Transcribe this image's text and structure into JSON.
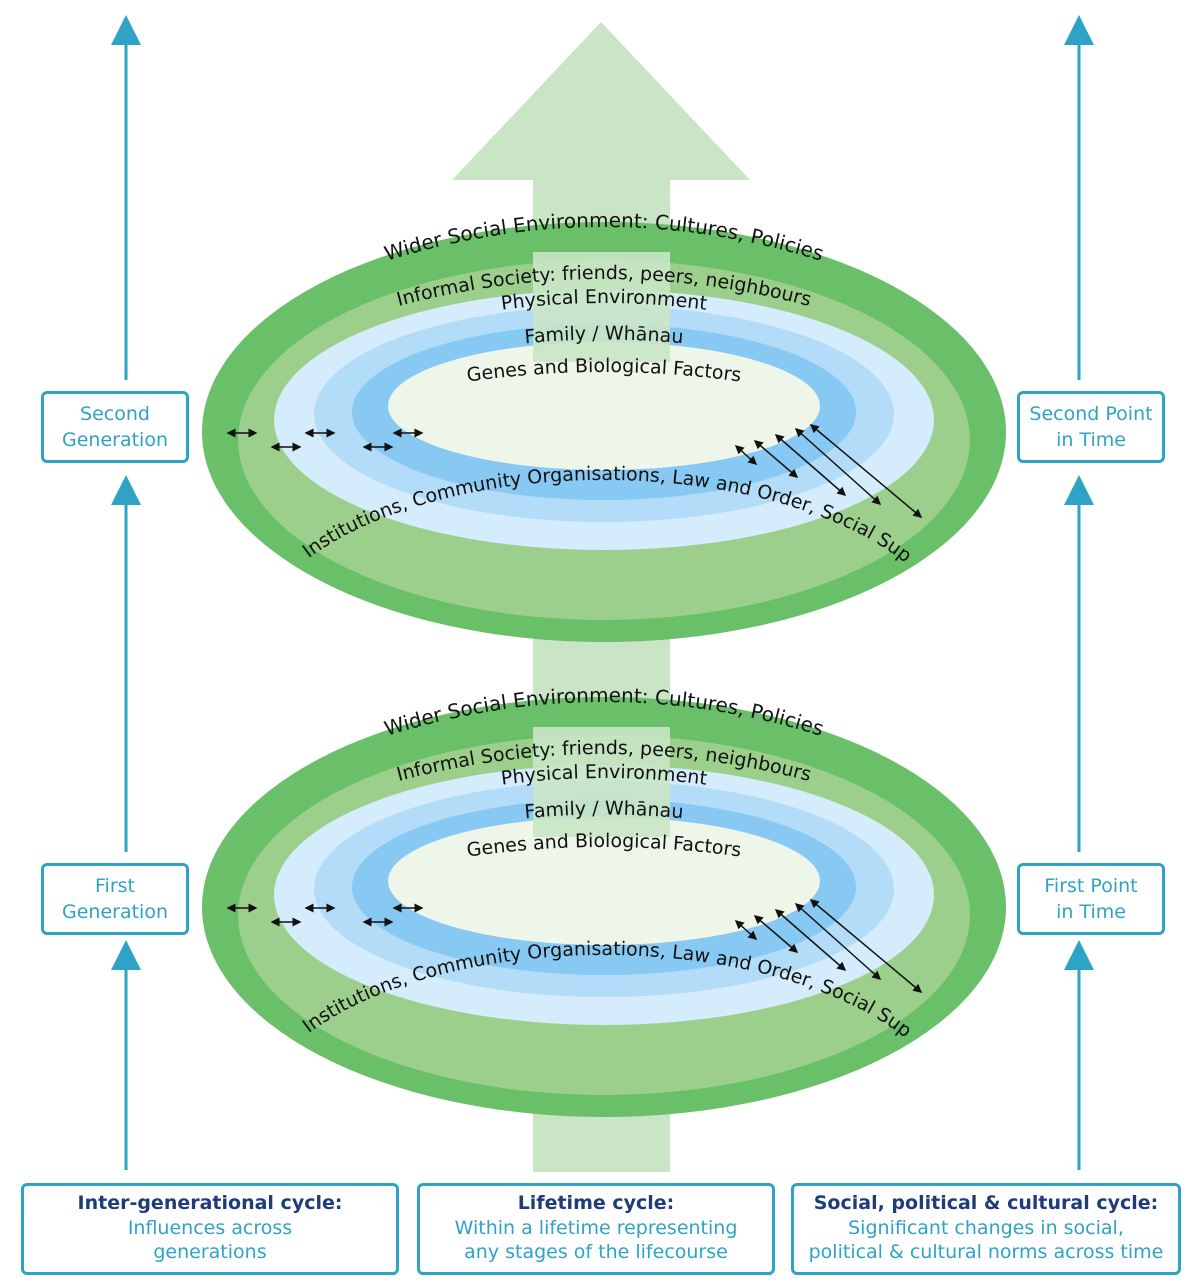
{
  "left_column": {
    "upper_label": [
      "Second",
      "Generation"
    ],
    "lower_label": [
      "First",
      "Generation"
    ]
  },
  "right_column": {
    "upper_label": [
      "Second Point",
      "in Time"
    ],
    "lower_label": [
      "First Point",
      "in Time"
    ]
  },
  "rings": {
    "wider": "Wider Social Environment: Cultures, Policies",
    "formal": "Formal Society: Educational Institutions, Community Organisations, Law and Order, Social Support, Government Agencies",
    "informal": "Informal Society: friends, peers, neighbours",
    "physical": "Physical Environment",
    "family": "Family / Whānau",
    "genes": "Genes and Biological Factors"
  },
  "bottom_boxes": [
    {
      "title": "Inter-generational cycle:",
      "lines": [
        "Influences across",
        "generations"
      ]
    },
    {
      "title": "Lifetime cycle:",
      "lines": [
        "Within a lifetime representing",
        "any stages of the lifecourse"
      ]
    },
    {
      "title": "Social, political & cultural cycle:",
      "lines": [
        "Significant changes in social,",
        "political & cultural norms across time"
      ]
    }
  ],
  "colors": {
    "outer_ring": "#6abf69",
    "formal_ring": "#9ccf8c",
    "informal_ring": "#d4ecfb",
    "physical_ring": "#b2dcf7",
    "family_ring": "#87c9f2",
    "genes_core": "#eef5e9",
    "big_arrow": "#c9e5c5",
    "accent_blue": "#2ea3c6",
    "title_navy": "#1e3c78"
  }
}
